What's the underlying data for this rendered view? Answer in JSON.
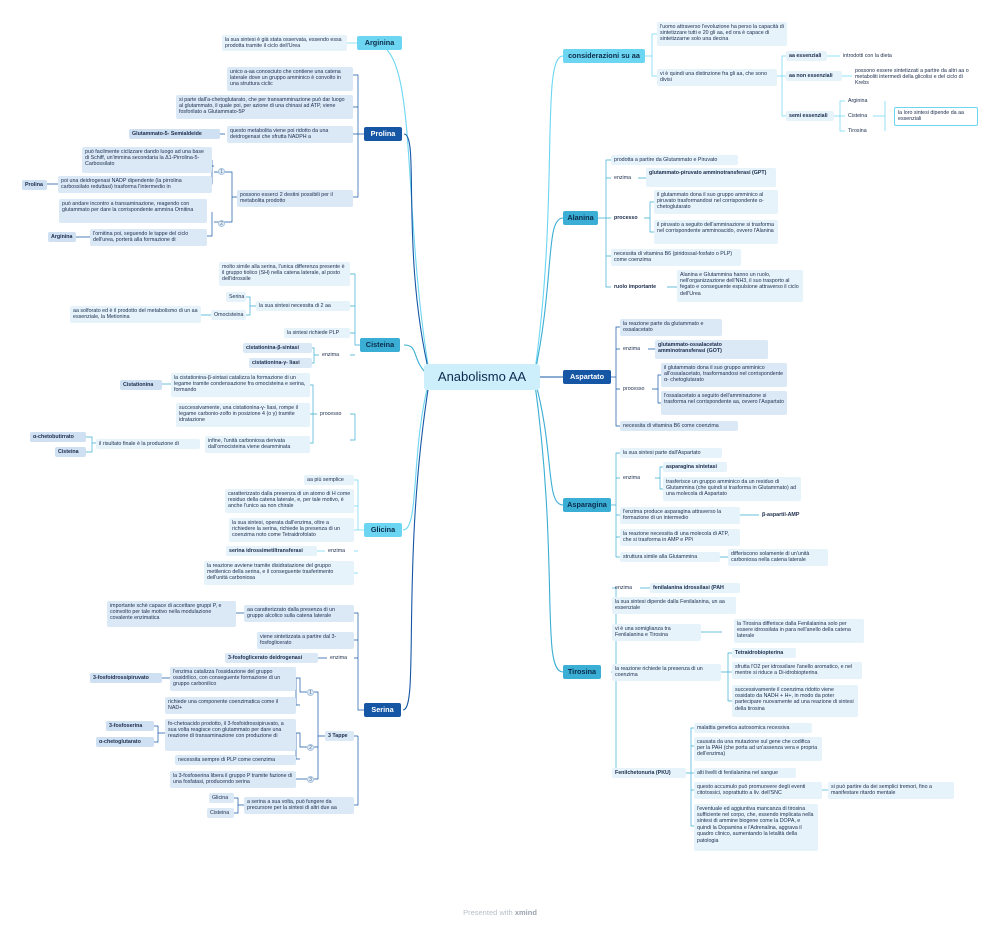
{
  "root": "Anabolismo AA",
  "footer": {
    "prefix": "Presented with",
    "brand": "xmind"
  },
  "colors": {
    "dark": "#1657a5",
    "mid": "#3aaed4",
    "light": "#6cd6f2",
    "node_bg": "#dbe9f7"
  },
  "arginina": {
    "title": "Arginina",
    "note": "la sua sintesi è già stata osservata, essendo essa prodotta tramite il ciclo dell'Urea"
  },
  "prolina": {
    "title": "Prolina",
    "n1": "unico a-aa conosciuto che contiene una catena laterale dove un gruppo amminico è convolto in una struttura ciclic",
    "n2": "si parte dall'a-chetoglutarato, che per transamminazione può dar luogo al glutammato, il quale poi, per azione di una chinasi ad ATP, viene fosforilato a Glutammato-5P",
    "n3": "questo metabolita viene poi ridotto da una deidrogenasi che sfrutta NADPH a",
    "n3_left": "Glutammato-5- Semialdeide",
    "n4": "possono esserci 2 destini possibili per il metabolita prodotto",
    "d1": "può facilmente ciclizzare dando luogo ad una base di Schiff, un'immina secondaria la Δ1-Pirrolina-5-Carbossilato",
    "d1b": "poi una deidrogenasi NADP dipendente (la pirrolina carbossilato reduttasi) trasforma l'intermedio in",
    "d1b_left": "Prolina",
    "d2": "può andare incontro a transaminazione, reagendo con glutammato per dare la corrispondente ammina Ornitina",
    "d2b": "l'ornitina poi, seguendo le tappe del ciclo dell'urea, porterà alla formazione di",
    "d2b_left": "Arginina",
    "num1": "1",
    "num2": "2"
  },
  "cisteina": {
    "title": "Cisteina",
    "n1": "molto simile alla serina, l'unica differenza presente è il gruppo tiolico (SH) nella catena laterale, al posto dell'idrossile",
    "n2": "la sua sintesi necessita di 2 aa",
    "n2a": "Serina",
    "n2b": "Omocisteina",
    "n2b_note": "aa solforato ed è il prodotto del metabolismo di un aa essenziale, la Metionina",
    "n3": "la sintesi richiede PLP",
    "enzima": "enzima",
    "e1": "cistationina-β-sintasi",
    "e2": "cistationina-γ- liasi",
    "processo": "processo",
    "p1": "la cistationina-β-sintasi catalizza la formazione di un legame tramite condensazione fra omocisteina e serina, formando",
    "p1_left": "Cistationina",
    "p2": "successivamente, una cistationina-γ- liasi, rompe il legame carbonio-zolfo in posizione 4 (o γ) tramite idratazione",
    "p3": "infine, l'unità carboniosa derivata dall'omocisteina viene deamminata",
    "p3b": "il risultato finale è la produzione di",
    "p3b_a": "α-chetobutirrato",
    "p3b_b": "Cisteina"
  },
  "glicina": {
    "title": "Glicina",
    "n1": "aa più semplice",
    "n2": "caratterizzato dalla presenza di un atomo di H come residuo della catena laterale, e, per tale motivo, è anche l'unico aa non chirale",
    "n3": "la sua sintesi, operata dall'enzima, oltre a richiedere la serina, richiede la presenza di un coenzima noto come Tetraidrofolato",
    "enzima": "enzima",
    "e1": "serina idrossimetiltransferasi",
    "n4": "la reazione avviene tramite disidratazione del gruppo metilenico della serina, e il conseguente trasferimento dell'unità carboniosa"
  },
  "serina": {
    "title": "Serina",
    "n1": "aa caratterizzato dalla presenza di un gruppo alcolico sulla catena laterale",
    "n1_left": "importante xchè capace di accettare gruppi P, e coinvolto per tale motivo nella modulazione covalente enzimatica",
    "n2": "viene sintetizzata a partire dal 3-fosfoglicerato",
    "enzima": "enzima",
    "e1": "3-fosfoglicerato deidrogenasi",
    "tappe": "3 Tappe",
    "t1a": "l'enzima catalizza l'ossidazione del gruppo ossidrilico, con conseguente formazione di un gruppo carbonilico",
    "t1a_left": "3-fosfoidrossipiruvato",
    "t1b": "richiede una componente coenzimatica come il NAD+",
    "t2a": "fo-chetoacido prodotto, il 3-fosfoidrossipiruvato, a sua volta reagisce con glutammato per dare una reazione di transaminazione con produzione di",
    "t2a_left1": "3-fosfoserina",
    "t2a_left2": "α-chetoglutarato",
    "t2b": "necessita sempre di PLP come coenzima",
    "t3": "la 3-fosfoserina libera il gruppo P tramite fazione di una fosfatasi, producendo serina",
    "n3": "a serina a sua volta, può fungere da precursore per la sintesi di altri due aa",
    "n3_a": "Glicina",
    "n3_b": "Cisteina",
    "num1": "1",
    "num2": "2",
    "num3": "3"
  },
  "considerazioni": {
    "title": "considerazioni su aa",
    "n1": "l'uomo attraverso l'evoluzione ha perso la capacità di sintetizzare tutti e 20 gli aa, ed ora è capace di sintetizzarne solo una decina",
    "n2": "vi è quindi una distinzione fra gli aa, che sono divisi",
    "ess": "aa essenziali",
    "ess_note": "introdotti con la dieta",
    "noness": "aa non essenziali",
    "noness_note": "possono essere sintetizzati a partire da altri aa o metaboliti intermedi della glicolisi e del ciclo di Krebs",
    "semi": "semi essenziali",
    "semi_a": "Arginina",
    "semi_b": "Cisteina",
    "semi_c": "Tirosina",
    "semi_note": "la loro sintesi dipende da aa essenziali"
  },
  "alanina": {
    "title": "Alanina",
    "n1": "prodotta a partire da Glutammato e Piruvato",
    "enzima": "enzima",
    "e1": "glutammato-piruvato amminotransferasi (GPT)",
    "processo": "processo",
    "p1": "il glutammato dona il suo gruppo amminico al piruvato trasformandosi nel corrispondente α- chetoglutarato",
    "p2": "il piruvato a seguito dell'amminazione si trasforma nel corrispondente amminoacido, ovvero l'Alanina",
    "n2": "necessita di vitamina B6 (piridossal-fosfato o PLP) come coenzima",
    "ruolo": "ruolo importante",
    "ruolo_note": "Alanina e Glutammina hanno un ruolo, nell'organizzazione dell'NH3, il suo trasporto al fegato e conseguente espulsione attraverso il ciclo dell'Urea"
  },
  "aspartato": {
    "title": "Aspartato",
    "n1": "la reazione parte da glutammato e ossalacetato",
    "enzima": "enzima",
    "e1": "glutammato-ossalacetato amminotransferasi (GOT)",
    "processo": "processo",
    "p1": "il glutammato dona il suo gruppo amminico all'ossalacetato, trasformandosi nel corrispondente α- chetoglutarato",
    "p2": "l'ossalacetato a seguito dell'amminazione si trasforma nel corrispondente aa, ovvero l'Aspartato",
    "n2": "necessita di vitamina B6 come coenzima"
  },
  "asparagina": {
    "title": "Asparagina",
    "n1": "la sua sintesi parte dall'Aspartato",
    "enzima": "enzima",
    "e1": "asparagina sintetasi",
    "e1_note": "trasferisce un gruppo amminico da un residuo di Glutammina (che quindi si trasforma in Glutammato) ad una molecola di Aspartato",
    "n2": "l'enzima produce asparagina attraverso la formazione di un intermedio",
    "n2_right": "β-aspartil-AMP",
    "n3": "la reazione necessita di una molecola di ATP, che si trasforma in AMP e PPi",
    "n4": "struttura simile alla Glutammina",
    "n4_note": "differiscono solamente di un'unità carboniosa nella catena laterale"
  },
  "tirosina": {
    "title": "Tirosina",
    "enzima": "enzima",
    "e1": "fenilalanina idrossilasi (PAH",
    "n1": "la sua sintesi dipende dalla Fenilalanina, un aa essenziale",
    "n2": "vi è una somiglianza tra Fenilalanina e Tirosina",
    "n2_note": "la Tirosina differisce dalla Fenilalanina solo per essere idrossilata in para nell'anello della catena laterale",
    "n3": "la reazione richiede la presenza di un coenzima",
    "c1": "Tetraidrobiopterina",
    "c2": "sfrutta l'O2 per idrossilare l'anello aromatico, e nel mentre si riduce a Di-idrobiopterina",
    "c3": "successivamente il coenzima ridotto viene ossidato da NADH + H+, in modo da poter partecipare nuovamente ad una reazione di sintesi della tirosina",
    "pku": "Fenilchetonuria (PKU)",
    "k1": "malattia genetica autosomica recessiva",
    "k2": "causata da una mutazione sul gene che codifica per la PAH (che porta ad un'assenza vera e propria dell'enzima)",
    "k3": "alti livelli di fenilalanina nel sangue",
    "k4": "questo accumulo può promuovere degli eventi citotossici, soprattutto a liv. dell'SNC",
    "k4_note": "si può partire da dei semplici tremori, fino a manifestare ritardo mentale",
    "k5": "l'eventuale ed aggiuntiva mancanza di tirosina sufficiente nel corpo, che, essendo implicata nella sintesi di ammine biogene come la DOPA, e quindi la Dopamina e l'Adrenalina, aggrava il quadro clinico, aumentando la letalità della patologia"
  }
}
